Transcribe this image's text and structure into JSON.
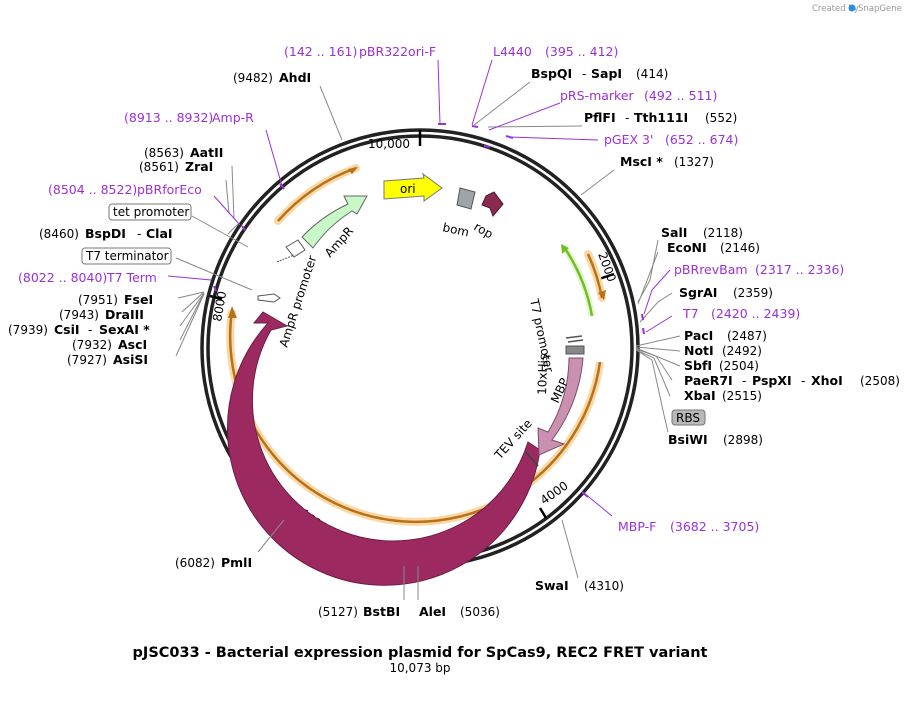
{
  "credit": {
    "prefix": "Created by",
    "brand": "SnapGene"
  },
  "title": "pJSC033 - Bacterial expression plasmid for SpCas9, REC2 FRET variant",
  "subtitle": "10,073 bp",
  "ticks": [
    "10,000",
    "2000",
    "4000",
    "6000",
    "8000"
  ],
  "features": {
    "ori": "ori",
    "bom": "bom",
    "rop": "rop",
    "ampr": "AmpR",
    "ampr_promoter": "AmpR promoter",
    "t7_promoter": "T7 promoter",
    "his": "10xHis",
    "mbp": "MBP",
    "tev": "TEV site",
    "cas9": "Cas9"
  },
  "primers": [
    {
      "name": "pBR322ori-F",
      "pos": "(142 .. 161)"
    },
    {
      "name": "L4440",
      "pos": "(395 .. 412)"
    },
    {
      "name": "pRS-marker",
      "pos": "(492 .. 511)"
    },
    {
      "name": "pGEX 3'",
      "pos": "(652 .. 674)"
    },
    {
      "name": "pBRrevBam",
      "pos": "(2317 .. 2336)"
    },
    {
      "name": "T7",
      "pos": "(2420 .. 2439)"
    },
    {
      "name": "MBP-F",
      "pos": "(3682 .. 3705)"
    },
    {
      "name": "Amp-R",
      "pos": "(8913 .. 8932)"
    },
    {
      "name": "pBRforEco",
      "pos": "(8504 .. 8522)"
    },
    {
      "name": "T7 Term",
      "pos": "(8022 .. 8040)"
    }
  ],
  "sites": {
    "bspqi_sapi": {
      "a": "BspQI",
      "b": "SapI",
      "pos": "(414)"
    },
    "pflfi": {
      "a": "PflFI",
      "b": "Tth111I",
      "pos": "(552)"
    },
    "msci": {
      "name": "MscI *",
      "pos": "(1327)"
    },
    "sali": {
      "name": "SalI",
      "pos": "(2118)"
    },
    "econi": {
      "name": "EcoNI",
      "pos": "(2146)"
    },
    "sgrai": {
      "name": "SgrAI",
      "pos": "(2359)"
    },
    "paci": {
      "name": "PacI",
      "pos": "(2487)"
    },
    "noti": {
      "name": "NotI",
      "pos": "(2492)"
    },
    "sbfi": {
      "name": "SbfI",
      "pos": "(2504)"
    },
    "paer7i": {
      "a": "PaeR7I",
      "b": "PspXI",
      "c": "XhoI",
      "pos": "(2508)"
    },
    "xbai": {
      "name": "XbaI",
      "pos": "(2515)"
    },
    "bsiwi": {
      "name": "BsiWI",
      "pos": "(2898)"
    },
    "swai": {
      "name": "SwaI",
      "pos": "(4310)"
    },
    "alei": {
      "name": "AleI",
      "pos": "(5036)"
    },
    "bstbi": {
      "name": "BstBI",
      "pos": "(5127)"
    },
    "pmli": {
      "name": "PmlI",
      "pos": "(6082)"
    },
    "asisi": {
      "name": "AsiSI",
      "pos": "(7927)"
    },
    "asci": {
      "name": "AscI",
      "pos": "(7932)"
    },
    "csii": {
      "a": "CsiI",
      "b": "SexAI *",
      "pos": "(7939)"
    },
    "draiii": {
      "name": "DraIII",
      "pos": "(7943)"
    },
    "fsei": {
      "name": "FseI",
      "pos": "(7951)"
    },
    "bspdi": {
      "a": "BspDI",
      "b": "ClaI",
      "pos": "(8460)"
    },
    "zrai": {
      "name": "ZraI",
      "pos": "(8561)"
    },
    "aatii": {
      "name": "AatII",
      "pos": "(8563)"
    },
    "ahdi": {
      "name": "AhdI",
      "pos": "(9482)"
    }
  },
  "boxes": {
    "tet_promoter": "tet promoter",
    "t7_terminator": "T7 terminator",
    "rbs": "RBS"
  },
  "colors": {
    "primer": "#9b30d9",
    "cas9": "#9c2a60",
    "mbp": "#c990b0",
    "ampr": "#c8f7c8",
    "ori": "#ffff00",
    "rop": "#8b2a50",
    "bom": "#999999",
    "orf_arc": "#f3b04c",
    "green_arc": "#7ccc2a"
  }
}
